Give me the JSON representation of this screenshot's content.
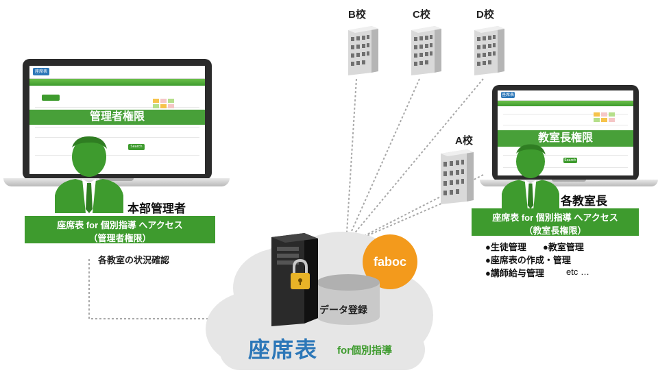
{
  "schools": {
    "b": "B校",
    "c": "C校",
    "d": "D校",
    "a": "A校"
  },
  "left": {
    "screen_band": "管理者権限",
    "role": "本部管理者",
    "access_line1": "座席表 for 個別指導 へアクセス",
    "access_line2": "（管理者権限）",
    "note": "各教室の状況確認",
    "button": "Search"
  },
  "right": {
    "screen_band": "教室長権限",
    "role": "各教室長",
    "access_line1": "座席表 for 個別指導 へアクセス",
    "access_line2": "（教室長権限）",
    "features": [
      "●生徒管理",
      "●教室管理",
      "●座席表の作成・管理",
      "●講師給与管理",
      "etc …"
    ],
    "button": "Search"
  },
  "center": {
    "db_label": "データ登録",
    "faboc": "faboc",
    "brand_main": "座席表",
    "brand_sub": "for個別指導"
  },
  "colors": {
    "green": "#3e9b2e",
    "blue": "#2c77b8",
    "orange": "#f39a1c"
  }
}
